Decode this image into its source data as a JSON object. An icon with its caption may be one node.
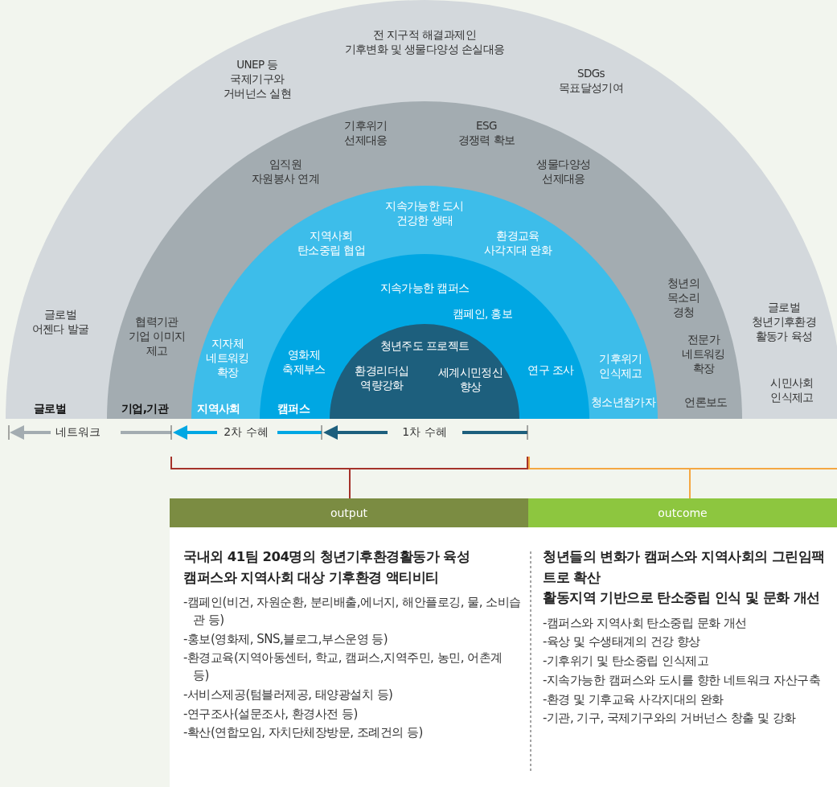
{
  "diagram": {
    "nodes": [
      {
        "text": [
          "전 지구적 해결과제인 기후변화 및 생물다양성 손실대응",
          "UNEP 등 국제기구와 거버넌스 실현",
          "SDGs 목표달성기여",
          "글로벌 어젠다 발굴",
          "글로벌 청년기후환경 활동가 육성",
          "시민사회 인식제고",
          "글로벌"
        ]
      },
      {
        "text": [
          "기후위기 선제대응",
          "ESG 경쟁력 확보",
          "임직원 자원봉사 연계",
          "생물다양성 선제대응",
          "협력기관 기업 이미지 제고",
          "청년의 목소리 경청",
          "전문가 네트워킹 확장",
          "언론보도",
          "기업,기관"
        ],
        "in": 0
      },
      {
        "text": [
          "지속가능한 도시 건강한 생태",
          "지역사회 탄소중립 협업",
          "환경교육 사각지대 완화",
          "지자체 네트워킹 확장",
          "기후위기 인식제고",
          "청소년참가자",
          "지역사회"
        ],
        "in": 1
      },
      {
        "text": [
          "지속가능한 캠퍼스",
          "캠페인, 홍보",
          "영화제 축제부스",
          "연구 조사",
          "캠퍼스"
        ],
        "in": 2
      },
      {
        "text": [
          "청년주도 프로젝트",
          "환경리더십 역량강화",
          "세계시민정신 향상"
        ],
        "in": 3
      },
      {
        "text": [
          "output"
        ]
      },
      {
        "text": [
          "outcome"
        ]
      }
    ],
    "labels": [
      "네트워크",
      "2차 수혜",
      "1차 수혜",
      "국내외 41팀 204명의 청년기후환경활동가 육성",
      "캠퍼스와 지역사회 대상 기후환경 액티비티",
      "-캠페인(비건, 자원순환, 분리배출,에너지, 해안플로깅, 물, 소비습관 등)",
      "-홍보(영화제, SNS,블로그,부스운영 등)",
      "-환경교육(지역아동센터, 학교, 캠퍼스,지역주민, 농민, 어촌계 등)",
      "-서비스제공(텀블러제공, 태양광설치 등)",
      "-연구조사(설문조사, 환경사전 등)",
      "-확산(연합모임, 자치단체장방문, 조례건의 등)",
      "청년들의 변화가 캠퍼스와 지역사회의 그린임팩트로 확산",
      "활동지역 기반으로 탄소중립 인식 및 문화 개선",
      "-캠퍼스와 지역사회 탄소중립 문화 개선",
      "-육상 및 수생태계의 건강 향상",
      "-기후위기 및 탄소중립 인식제고",
      "-지속가능한 캠퍼스와 도시를 향한 네트워크 자산구축",
      "-환경 및 기후교육 사각지대의 완화",
      "-기관, 기구, 국제기구와의 거버넌스 창출 및 강화"
    ]
  }
}
